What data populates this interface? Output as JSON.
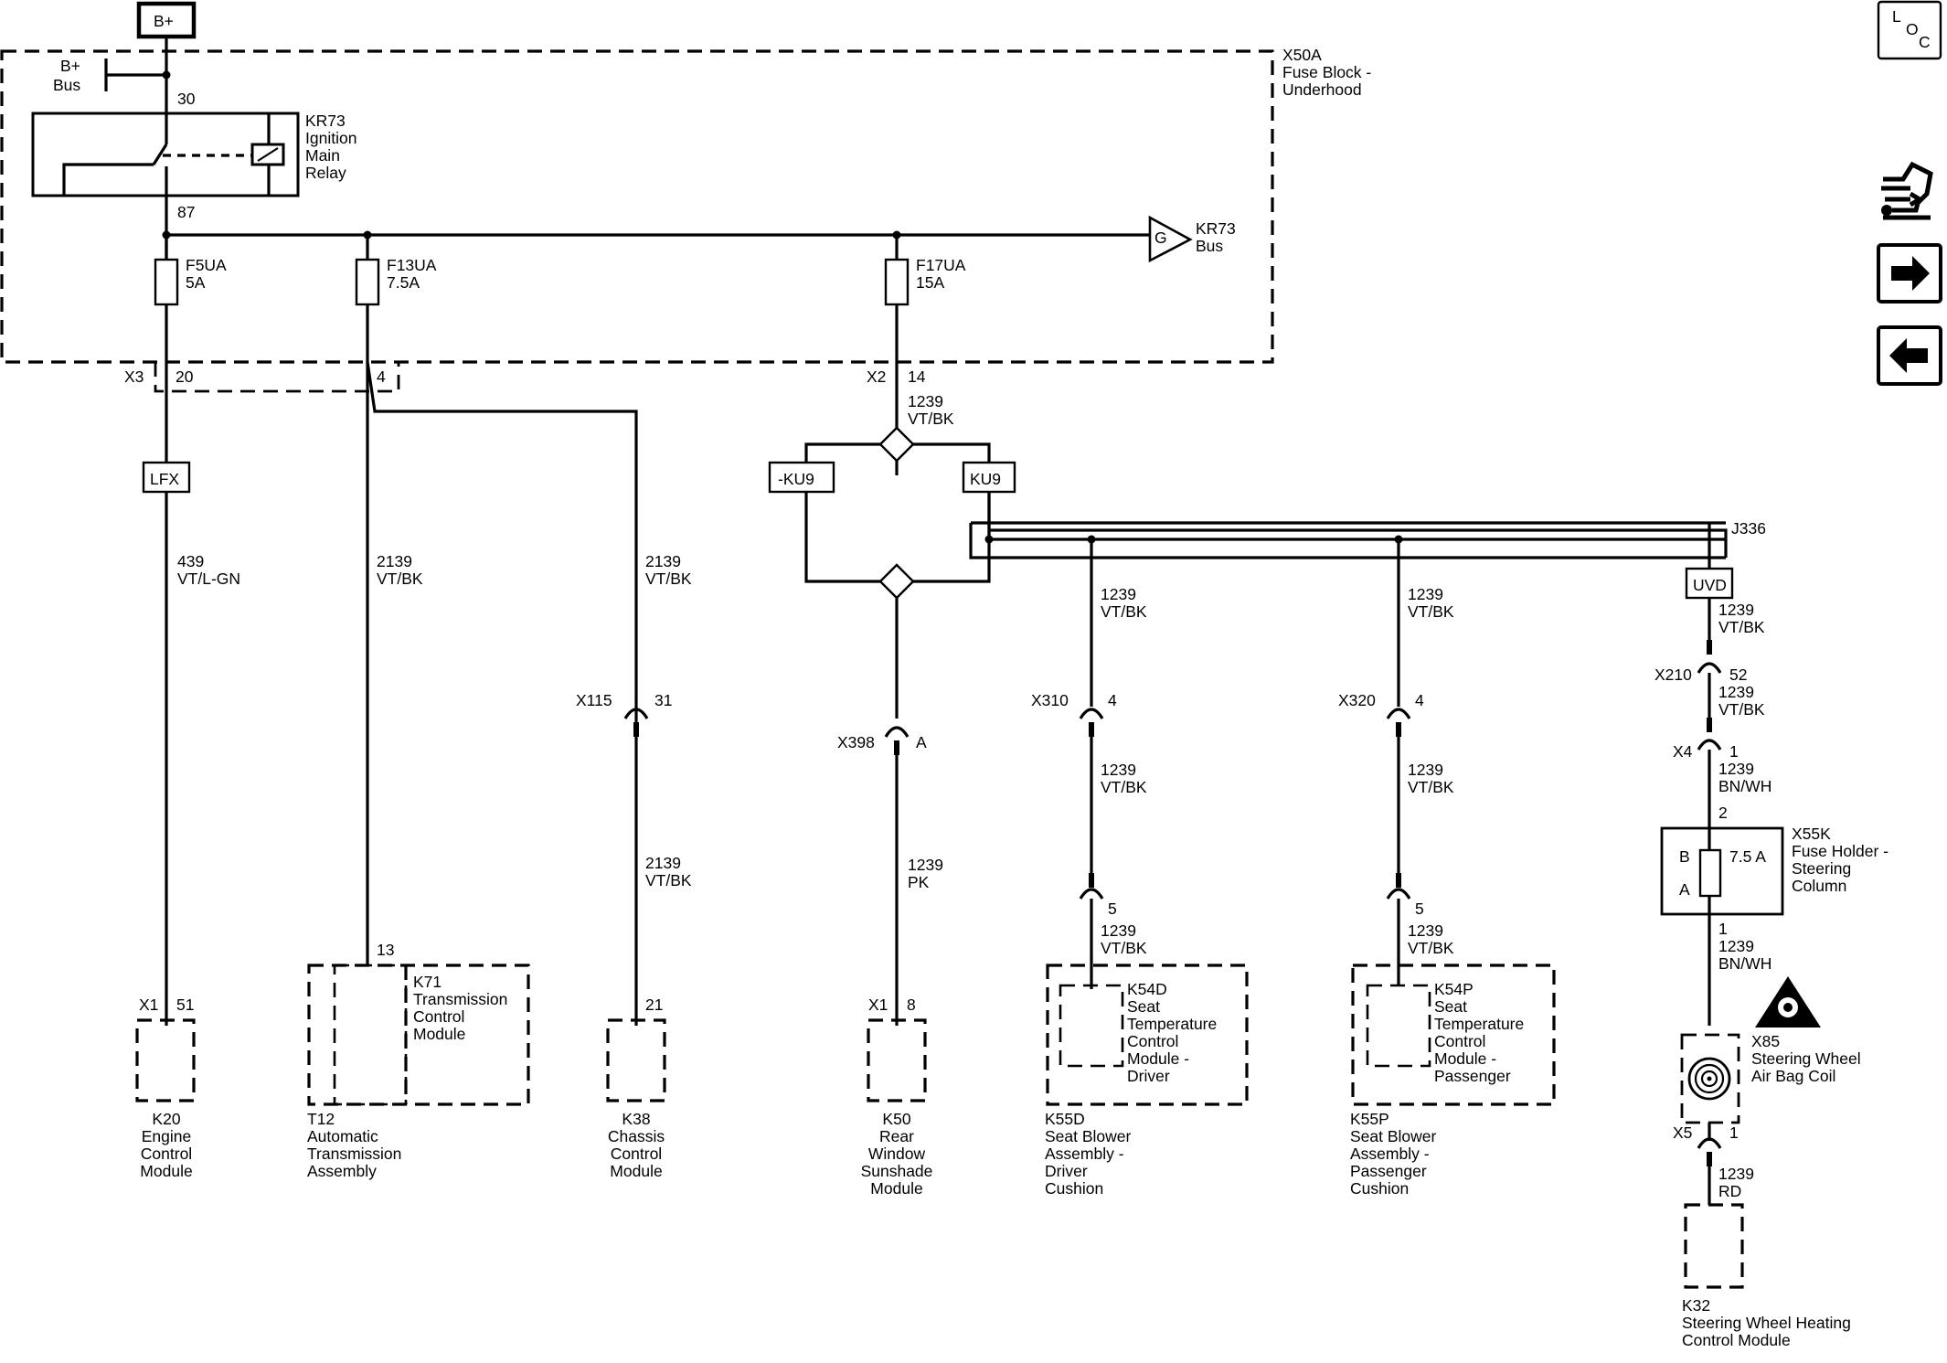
{
  "nav": {
    "loc_letters": [
      "L",
      "O",
      "C"
    ],
    "icons": [
      "connector-tool-icon",
      "arrow-right-icon",
      "arrow-left-icon"
    ]
  },
  "power": {
    "source": "B+",
    "bus_label_1": "B+",
    "bus_label_2": "Bus"
  },
  "fuse_block": {
    "id": "X50A",
    "name_1": "Fuse Block -",
    "name_2": "Underhood",
    "relay": {
      "id": "KR73",
      "l1": "Ignition",
      "l2": "Main",
      "l3": "Relay",
      "pin_in": "30",
      "pin_out": "87"
    },
    "bus_out": {
      "id": "KR73",
      "label": "Bus",
      "glyph": "G"
    },
    "fuses": [
      {
        "id": "F5UA",
        "rating": "5A"
      },
      {
        "id": "F13UA",
        "rating": "7.5A"
      },
      {
        "id": "F17UA",
        "rating": "15A"
      }
    ],
    "conn_x3": "X3",
    "pin_20": "20",
    "pin_4": "4",
    "conn_x2": "X2",
    "pin_14": "14"
  },
  "wires": {
    "w1239_vtbk_num": "1239",
    "w1239_vtbk_col": "VT/BK",
    "w439_num": "439",
    "w439_col": "VT/L-GN",
    "w2139_num": "2139",
    "w2139_col": "VT/BK",
    "w1239_pk_num": "1239",
    "w1239_pk_col": "PK",
    "w1239_bnwh_num": "1239",
    "w1239_bnwh_col": "BN/WH",
    "w1239_rd_num": "1239",
    "w1239_rd_col": "RD"
  },
  "options": {
    "lfx": "LFX",
    "not_ku9": "-KU9",
    "ku9": "KU9",
    "uvd": "UVD"
  },
  "splice": {
    "id": "J336"
  },
  "connectors": {
    "x115": "X115",
    "x115_pin": "31",
    "x398": "X398",
    "x398_pin": "A",
    "x310": "X310",
    "x310_pin": "4",
    "x320": "X320",
    "x320_pin": "4",
    "x210": "X210",
    "x210_pin": "52",
    "x4": "X4",
    "x4_pin": "1",
    "x5": "X5",
    "x5_pin": "1",
    "k54d_pin": "5",
    "k54p_pin": "5",
    "x1": "X1",
    "k20_pin": "51",
    "k50_pin": "8",
    "k71_pin": "13",
    "k38_pin": "21"
  },
  "fuse_holder": {
    "id": "X55K",
    "l1": "Fuse Holder -",
    "l2": "Steering",
    "l3": "Column",
    "pin_b": "B",
    "pin_a": "A",
    "rating": "7.5 A",
    "pin_top": "2",
    "pin_bottom": "1"
  },
  "airbag_coil": {
    "id": "X85",
    "l1": "Steering Wheel",
    "l2": "Air Bag Coil"
  },
  "modules": {
    "k20": {
      "id": "K20",
      "lines": [
        "Engine",
        "Control",
        "Module"
      ]
    },
    "t12": {
      "id": "T12",
      "lines": [
        "Automatic",
        "Transmission",
        "Assembly"
      ]
    },
    "k71": {
      "id": "K71",
      "lines": [
        "Transmission",
        "Control",
        "Module"
      ]
    },
    "k38": {
      "id": "K38",
      "lines": [
        "Chassis",
        "Control",
        "Module"
      ]
    },
    "k50": {
      "id": "K50",
      "lines": [
        "Rear",
        "Window",
        "Sunshade",
        "Module"
      ]
    },
    "k54d": {
      "id": "K54D",
      "lines": [
        "Seat",
        "Temperature",
        "Control",
        "Module -",
        "Driver"
      ]
    },
    "k55d": {
      "id": "K55D",
      "lines": [
        "Seat Blower",
        "Assembly -",
        "Driver",
        "Cushion"
      ]
    },
    "k54p": {
      "id": "K54P",
      "lines": [
        "Seat",
        "Temperature",
        "Control",
        "Module -",
        "Passenger"
      ]
    },
    "k55p": {
      "id": "K55P",
      "lines": [
        "Seat Blower",
        "Assembly -",
        "Passenger",
        "Cushion"
      ]
    },
    "k32": {
      "id": "K32",
      "lines": [
        "Steering Wheel Heating",
        "Control Module"
      ]
    }
  }
}
